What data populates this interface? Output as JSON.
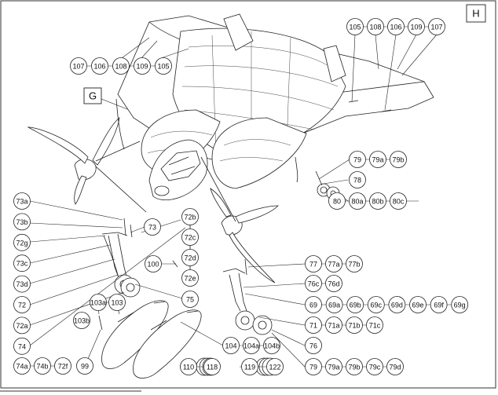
{
  "sheet": {
    "letter": "H",
    "section_label": "G"
  },
  "callouts": {
    "top_left_row": [
      "107",
      "106",
      "108",
      "109",
      "105"
    ],
    "top_right_row": [
      "105",
      "108",
      "106",
      "109",
      "107"
    ],
    "tail_wheel_a": [
      "79",
      "79a",
      "79b"
    ],
    "tail_wheel_b": "78",
    "tail_wheel_c": [
      "80",
      "80a",
      "80b",
      "80c"
    ],
    "left_gear_column": [
      "73a",
      "73b",
      "72g",
      "73c",
      "73d",
      "72",
      "72a",
      "74"
    ],
    "left_gear_bottom": [
      "74a",
      "74b",
      "72f"
    ],
    "left_gear_73": "73",
    "center_column": [
      "72b",
      "72c",
      "72d",
      "72e"
    ],
    "center_100": "100",
    "center_75": "75",
    "tanks_103": [
      "103a",
      "103"
    ],
    "tanks_103b": "103b",
    "tanks_99": "99",
    "right_77": [
      "77",
      "77a",
      "77b"
    ],
    "right_76c": [
      "76c",
      "76d"
    ],
    "right_69": [
      "69",
      "69a",
      "69b",
      "69c",
      "69d",
      "69e",
      "69f",
      "69g"
    ],
    "right_71": [
      "71",
      "71a",
      "71b",
      "71c"
    ],
    "right_76": "76",
    "right_104": [
      "104",
      "104a",
      "104b"
    ],
    "right_79": [
      "79",
      "79a",
      "79b",
      "79c",
      "79d"
    ],
    "stack_110": [
      "110",
      "118"
    ],
    "stack_119": [
      "119",
      "122"
    ]
  }
}
